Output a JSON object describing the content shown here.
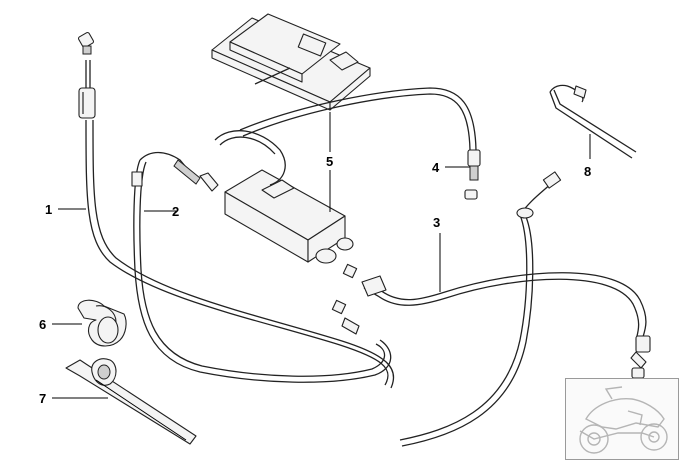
{
  "callouts": {
    "c1": "1",
    "c2": "2",
    "c3": "3",
    "c4": "4",
    "c5": "5",
    "c6": "6",
    "c7": "7",
    "c8": "8"
  },
  "thumbnail_icon": "motorcycle-icon"
}
